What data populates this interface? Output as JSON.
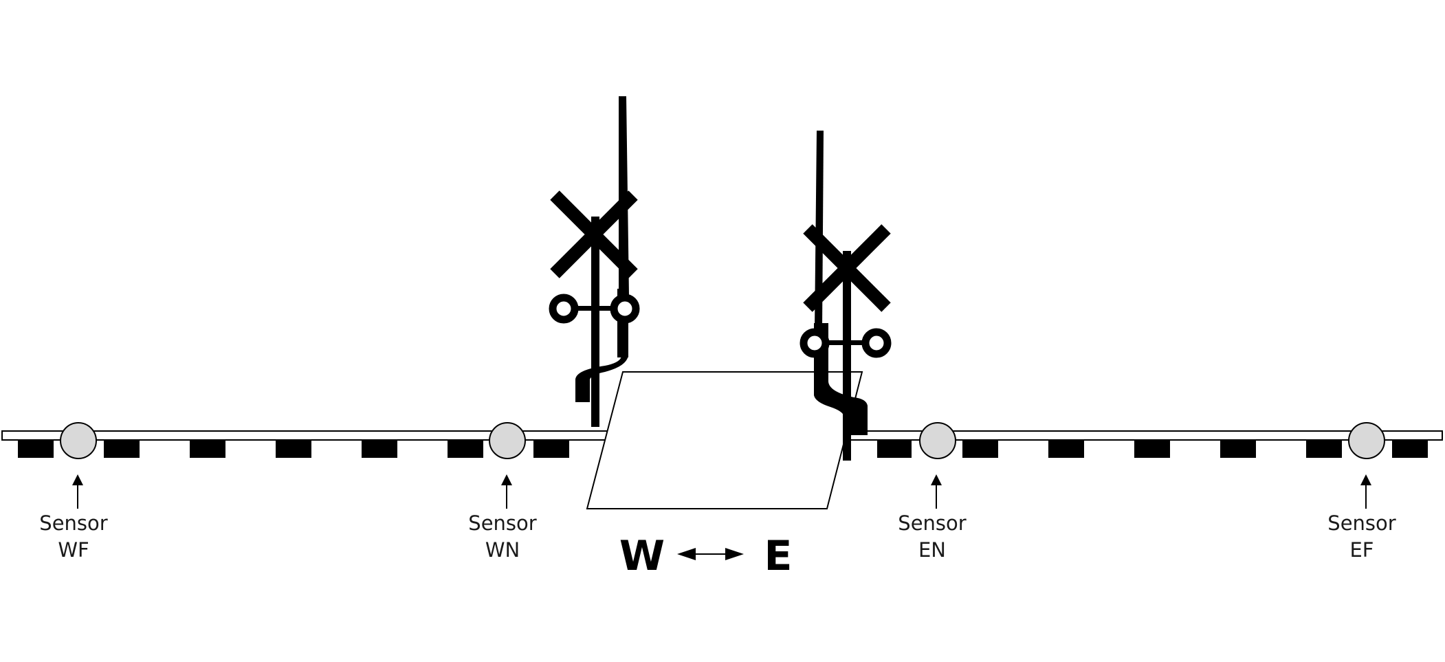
{
  "sensors": [
    {
      "id": "WF",
      "word": "Sensor",
      "code": "WF"
    },
    {
      "id": "WN",
      "word": "Sensor",
      "code": "WN"
    },
    {
      "id": "EN",
      "word": "Sensor",
      "code": "EN"
    },
    {
      "id": "EF",
      "word": "Sensor",
      "code": "EF"
    }
  ],
  "direction": {
    "west": "W",
    "east": "E"
  },
  "colors": {
    "line": "#000000",
    "sensor_fill": "#d9d9d9",
    "background": "#ffffff"
  },
  "signals": [
    {
      "name": "west-crossing-signal"
    },
    {
      "name": "east-crossing-signal"
    }
  ]
}
